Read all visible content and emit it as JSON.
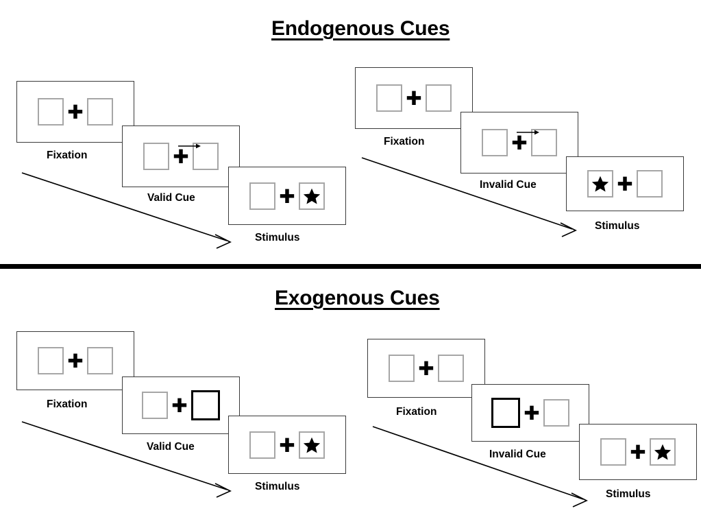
{
  "figure": {
    "title_top": "Endogenous Cues",
    "title_bottom": "Exogenous Cues",
    "colors": {
      "ink": "#000000",
      "panel_border": "#3a3a3a",
      "box_border": "#a6a6a6",
      "cue_box_border": "#000000",
      "background": "#ffffff"
    },
    "glyphs": {
      "fixation_cross": "✚",
      "star": "star-shape",
      "cue_arrow": "right-arrow"
    }
  },
  "sections": [
    {
      "id": "endogenous",
      "title": "Endogenous Cues",
      "cue_type": "central arrow",
      "sequences": [
        {
          "id": "endogenous-valid",
          "condition": "Valid",
          "frames": [
            {
              "label": "Fixation",
              "left_box": "empty",
              "right_box": "empty",
              "cue": "none",
              "target_side": "none"
            },
            {
              "label": "Valid Cue",
              "left_box": "empty",
              "right_box": "empty",
              "cue": "arrow-right",
              "target_side": "none"
            },
            {
              "label": "Stimulus",
              "left_box": "empty",
              "right_box": "star",
              "cue": "none",
              "target_side": "right"
            }
          ]
        },
        {
          "id": "endogenous-invalid",
          "condition": "Invalid",
          "frames": [
            {
              "label": "Fixation",
              "left_box": "empty",
              "right_box": "empty",
              "cue": "none",
              "target_side": "none"
            },
            {
              "label": "Invalid Cue",
              "left_box": "empty",
              "right_box": "empty",
              "cue": "arrow-right",
              "target_side": "none"
            },
            {
              "label": "Stimulus",
              "left_box": "star",
              "right_box": "empty",
              "cue": "none",
              "target_side": "left"
            }
          ]
        }
      ]
    },
    {
      "id": "exogenous",
      "title": "Exogenous Cues",
      "cue_type": "peripheral box flash",
      "sequences": [
        {
          "id": "exogenous-valid",
          "condition": "Valid",
          "frames": [
            {
              "label": "Fixation",
              "left_box": "empty",
              "right_box": "empty",
              "cue": "none",
              "target_side": "none"
            },
            {
              "label": "Valid Cue",
              "left_box": "empty",
              "right_box": "cue",
              "cue": "box-right",
              "target_side": "none"
            },
            {
              "label": "Stimulus",
              "left_box": "empty",
              "right_box": "star",
              "cue": "none",
              "target_side": "right"
            }
          ]
        },
        {
          "id": "exogenous-invalid",
          "condition": "Invalid",
          "frames": [
            {
              "label": "Fixation",
              "left_box": "empty",
              "right_box": "empty",
              "cue": "none",
              "target_side": "none"
            },
            {
              "label": "Invalid Cue",
              "left_box": "cue",
              "right_box": "empty",
              "cue": "box-left",
              "target_side": "none"
            },
            {
              "label": "Stimulus",
              "left_box": "empty",
              "right_box": "star",
              "cue": "none",
              "target_side": "right"
            }
          ]
        }
      ]
    }
  ],
  "labels": {
    "fixation": "Fixation",
    "valid_cue": "Valid Cue",
    "invalid_cue": "Invalid Cue",
    "stimulus": "Stimulus"
  },
  "time_arrows": [
    {
      "id": "endogenous-left-time-arrow",
      "meaning": "time"
    },
    {
      "id": "endogenous-right-time-arrow",
      "meaning": "time"
    },
    {
      "id": "exogenous-left-time-arrow",
      "meaning": "time"
    },
    {
      "id": "exogenous-right-time-arrow",
      "meaning": "time"
    }
  ]
}
